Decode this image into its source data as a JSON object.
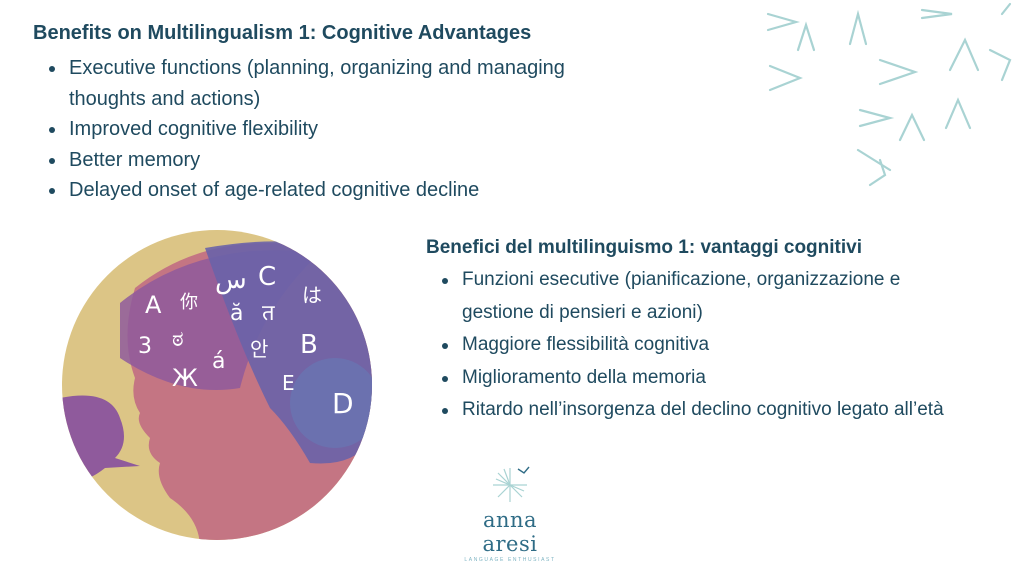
{
  "english": {
    "title": "Benefits on Multilingualism 1: Cognitive Advantages",
    "bullets": [
      "Executive functions (planning, organizing and managing thoughts and actions)",
      "Improved cognitive flexibility",
      "Better memory",
      "Delayed onset of age-related cognitive decline"
    ]
  },
  "italian": {
    "title": "Benefici del multilinguismo 1: vantaggi cognitivi",
    "bullets": [
      "Funzioni esecutive (pianificazione, organizzazione e gestione di pensieri e azioni)",
      "Maggiore flessibilità cognitiva",
      "Miglioramento della memoria",
      "Ritardo nell’insorgenza del declino cognitivo legato all’età"
    ]
  },
  "illustration": {
    "glyphs": [
      "A",
      "你",
      "س",
      "C",
      "ӑ",
      "त",
      "は",
      "3",
      "ಠ",
      "á",
      "안",
      "B",
      "Ж",
      "E",
      "D"
    ]
  },
  "logo": {
    "name": "anna aresi",
    "tagline": "LANGUAGE ENTHUSIAST"
  },
  "colors": {
    "text": "#1f4a5f",
    "accent": "#a9d3d3",
    "yellow": "#dcc586",
    "pink": "#c47583",
    "purple": "#8f5a9c",
    "blue": "#6a63a8"
  }
}
